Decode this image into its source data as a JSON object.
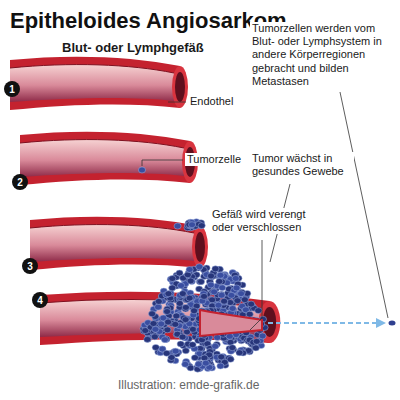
{
  "diagram": {
    "title": "Epitheloides Angiosarkom",
    "caption": "Illustration: emde-grafik.de",
    "nodes": [
      {
        "text": [
          "1"
        ]
      },
      {
        "text": [
          "2"
        ]
      },
      {
        "text": [
          "3"
        ]
      },
      {
        "text": [
          "4"
        ]
      }
    ],
    "labels": [
      "Blut- oder Lymphgefäß",
      "Endothel",
      "Tumorzelle",
      "Tumorzellen werden vom Blut- oder Lymphsystem in andere Körperregionen gebracht und bilden Metastasen",
      "Tumor wächst in gesundes Gewebe",
      "Gefäß wird verengt oder verschlossen"
    ]
  }
}
